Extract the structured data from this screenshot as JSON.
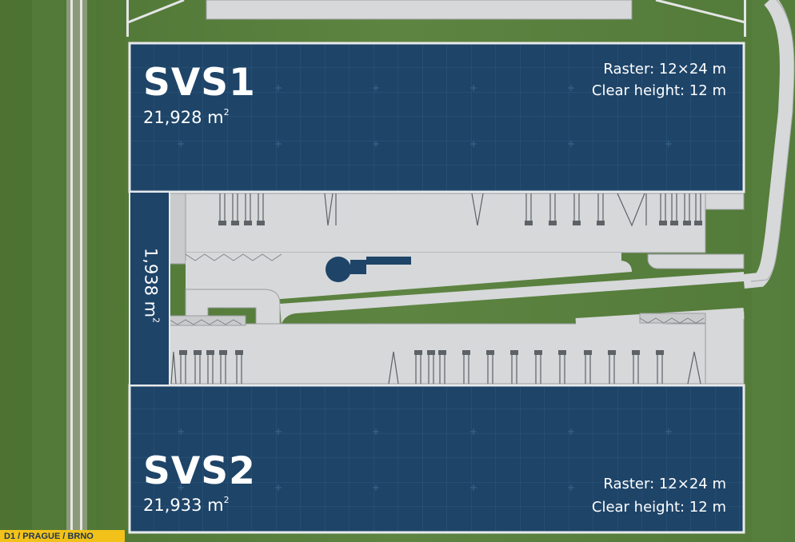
{
  "buildings": [
    {
      "name": "SVS1",
      "area": "21,928 m",
      "area_sup": "2",
      "raster": "Raster: 12×24 m",
      "clear_height": "Clear height: 12 m"
    },
    {
      "name": "SVS2",
      "area": "21,933 m",
      "area_sup": "2",
      "raster": "Raster: 12×24 m",
      "clear_height": "Clear height: 12 m"
    }
  ],
  "connector": {
    "area": "1,938 m",
    "area_sup": "2"
  },
  "road_label": "D1 / PRAGUE / BRNO",
  "colors": {
    "building_fill": "#1e4468",
    "building_grid": "#2f587e",
    "paving": "#d6d8da",
    "grass": "#557a3a",
    "road_label_bg": "#f2c21a",
    "label_text": "#ffffff"
  }
}
